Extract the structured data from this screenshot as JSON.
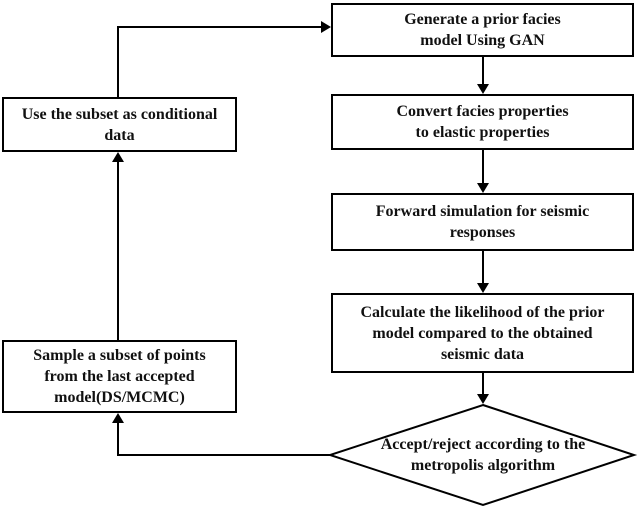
{
  "colors": {
    "line": "#000000",
    "text": "#111111",
    "background": "#ffffff"
  },
  "nodes": {
    "generate_prior": {
      "lines": [
        "Generate a prior facies",
        "model Using GAN"
      ]
    },
    "convert_facies": {
      "lines": [
        "Convert facies properties",
        "to elastic properties"
      ]
    },
    "forward_simulation": {
      "lines": [
        "Forward simulation for seismic",
        "responses"
      ]
    },
    "calculate_likelihood": {
      "lines": [
        "Calculate the likelihood of  the prior",
        "model compared to the obtained",
        "seismic data"
      ]
    },
    "accept_reject": {
      "lines": [
        "Accept/reject according to the",
        "metropolis algorithm"
      ]
    },
    "sample_subset": {
      "lines": [
        "Sample a subset of points",
        "from the last accepted",
        "model(DS/MCMC)"
      ]
    },
    "use_subset": {
      "lines": [
        "Use the subset as conditional",
        "data"
      ]
    }
  }
}
